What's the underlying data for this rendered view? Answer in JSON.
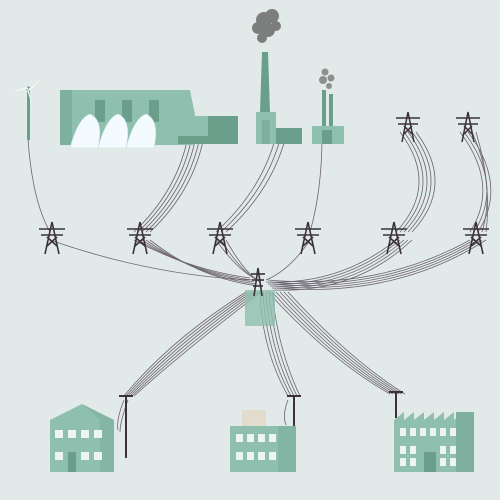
{
  "diagram": {
    "kind": "power-grid-illustration",
    "text_labels": [],
    "colors": {
      "background": "#e1eae8",
      "building": "#8fbfae",
      "building_dark": "#6a9f8c",
      "wire": "#6e6470",
      "tower": "#3b3238",
      "window": "#eef4f2",
      "smoke": "#6b6b6b",
      "water": "#f4fbff"
    },
    "sources": [
      "wind-turbine",
      "hydro-dam",
      "power-plant-tall-chimney",
      "power-plant-twin-chimneys",
      "distant-pylon-left",
      "distant-pylon-right"
    ],
    "transmission_towers": 6,
    "substation": "central-substation",
    "consumers": [
      "house",
      "office-building",
      "factory"
    ]
  }
}
